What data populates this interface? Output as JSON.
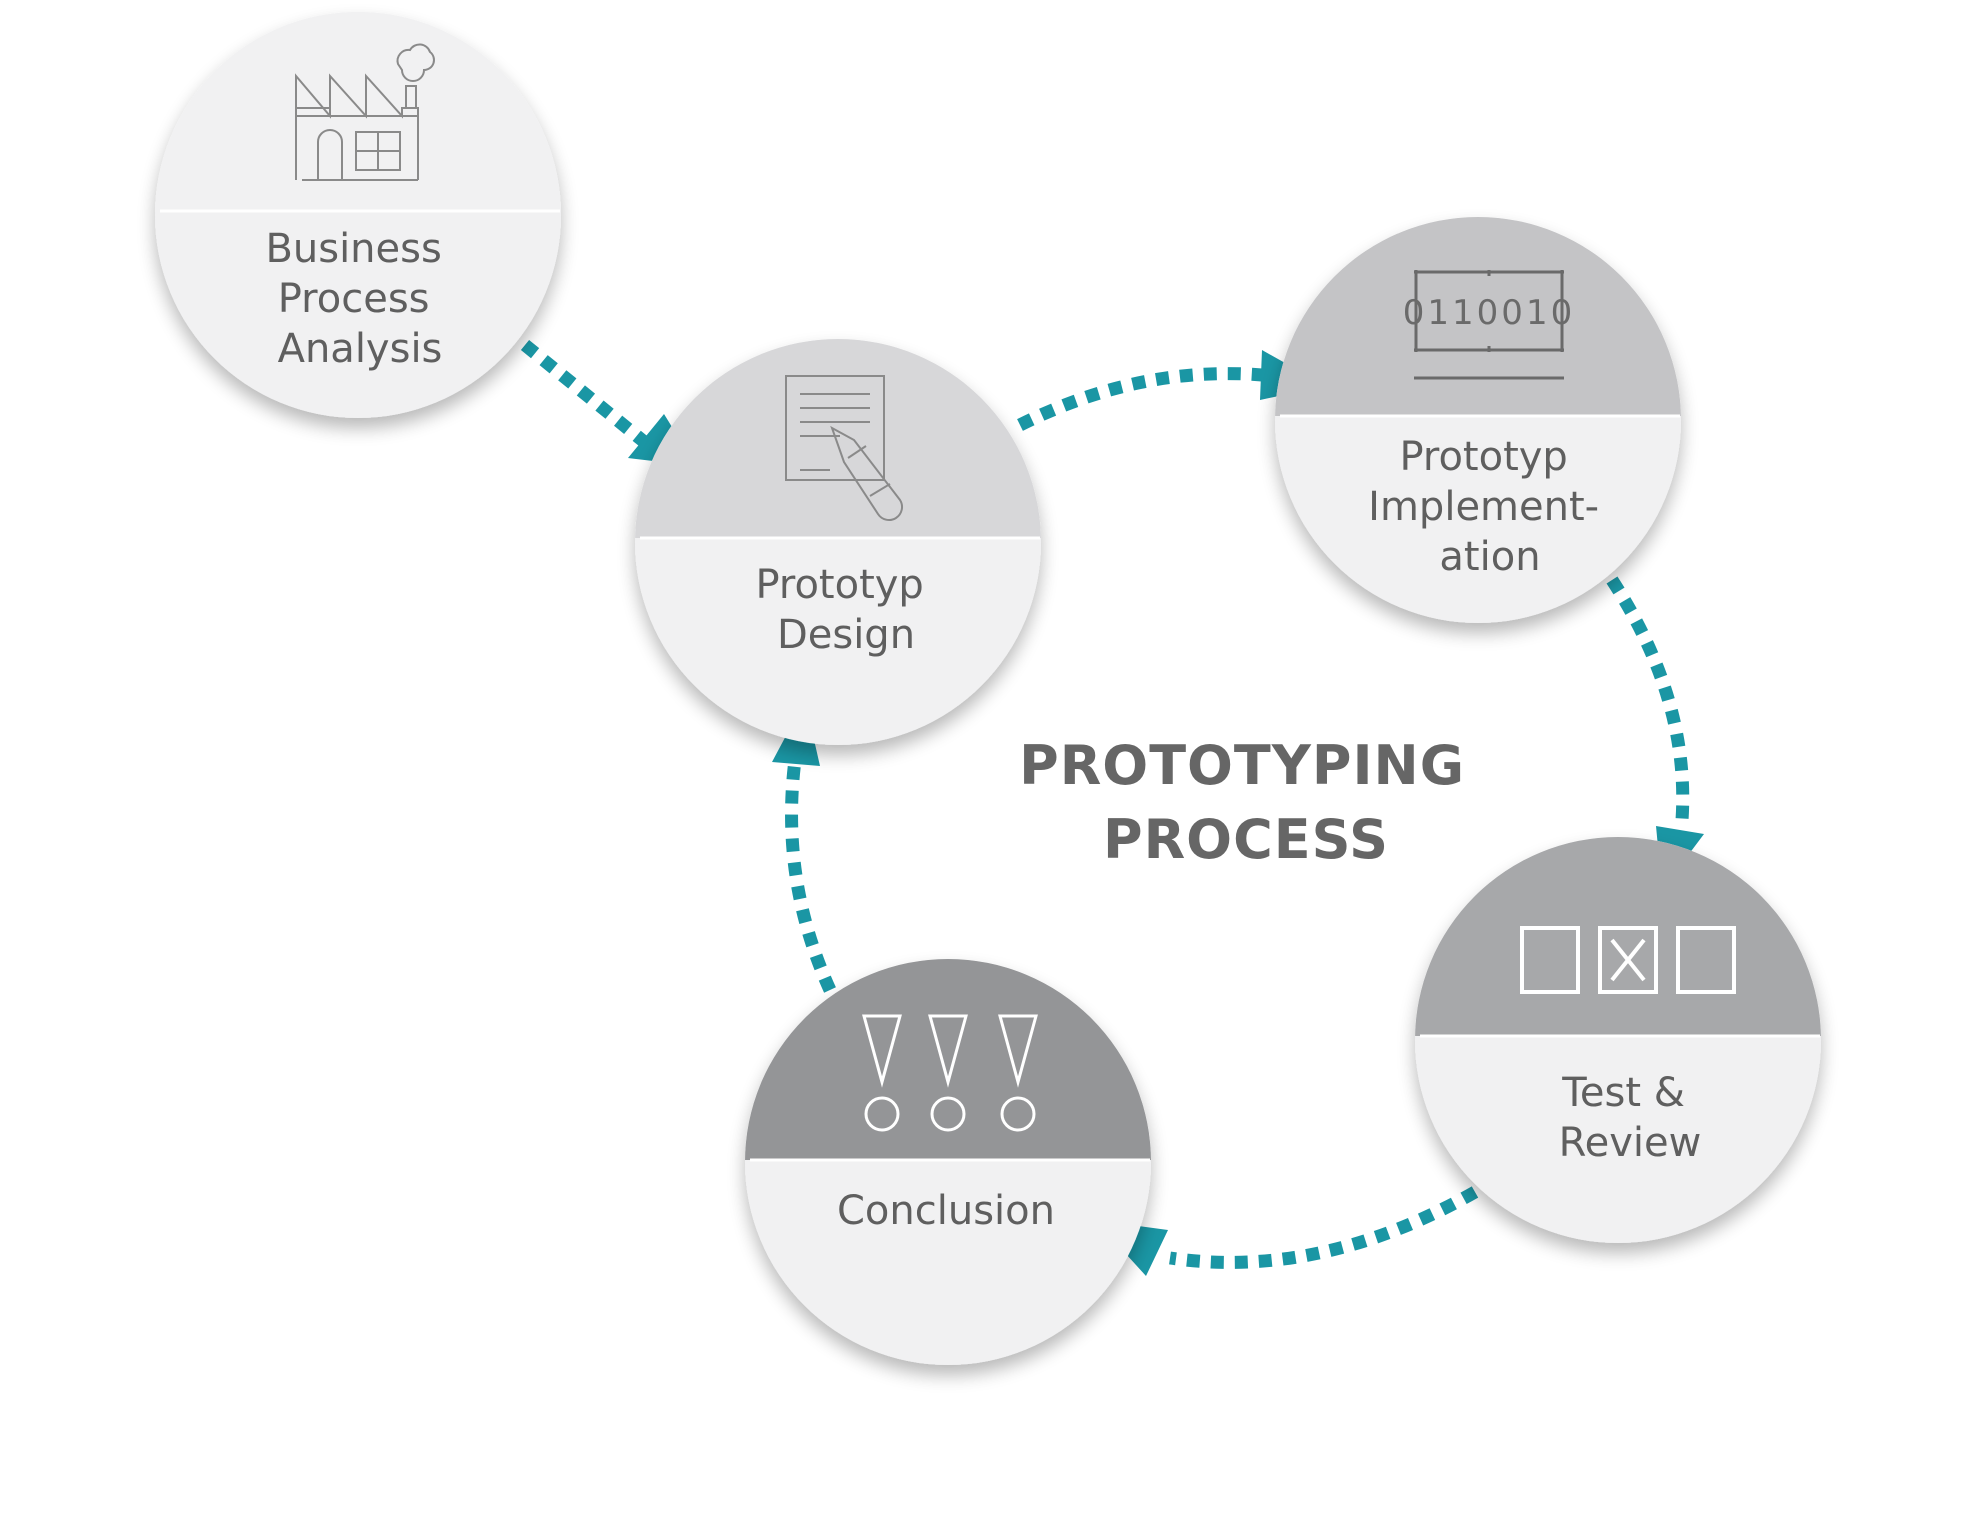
{
  "title": {
    "line1": "PROTOTYPING",
    "line2": "PROCESS"
  },
  "colors": {
    "arrow": "#1a96a4",
    "label": "#5f5f5f",
    "circle_bottom": "#f1f1f2",
    "icon_stroke": "#8a8a8a",
    "icon_stroke_light": "#ffffff"
  },
  "nodes": [
    {
      "id": "business-process-analysis",
      "icon": "factory-icon",
      "top_color": "#f1f1f2",
      "label_lines": [
        "Business",
        "Process",
        "Analysis"
      ]
    },
    {
      "id": "prototyp-design",
      "icon": "document-pen-icon",
      "top_color": "#d7d7d9",
      "label_lines": [
        "Prototyp",
        "Design"
      ]
    },
    {
      "id": "prototyp-implementation",
      "icon": "binary-code-icon",
      "icon_text": "0110010",
      "top_color": "#c4c4c6",
      "label_lines": [
        "Prototyp",
        "Implement-",
        "ation"
      ]
    },
    {
      "id": "test-review",
      "icon": "checkbox-options-icon",
      "top_color": "#a7a8aa",
      "label_lines": [
        "Test &",
        "Review"
      ]
    },
    {
      "id": "conclusion",
      "icon": "exclamation-marks-icon",
      "top_color": "#949597",
      "label_lines": [
        "Conclusion"
      ]
    }
  ],
  "flows": [
    {
      "from": "business-process-analysis",
      "to": "prototyp-design"
    },
    {
      "from": "prototyp-design",
      "to": "prototyp-implementation"
    },
    {
      "from": "prototyp-implementation",
      "to": "test-review"
    },
    {
      "from": "test-review",
      "to": "conclusion"
    },
    {
      "from": "conclusion",
      "to": "prototyp-design"
    }
  ]
}
